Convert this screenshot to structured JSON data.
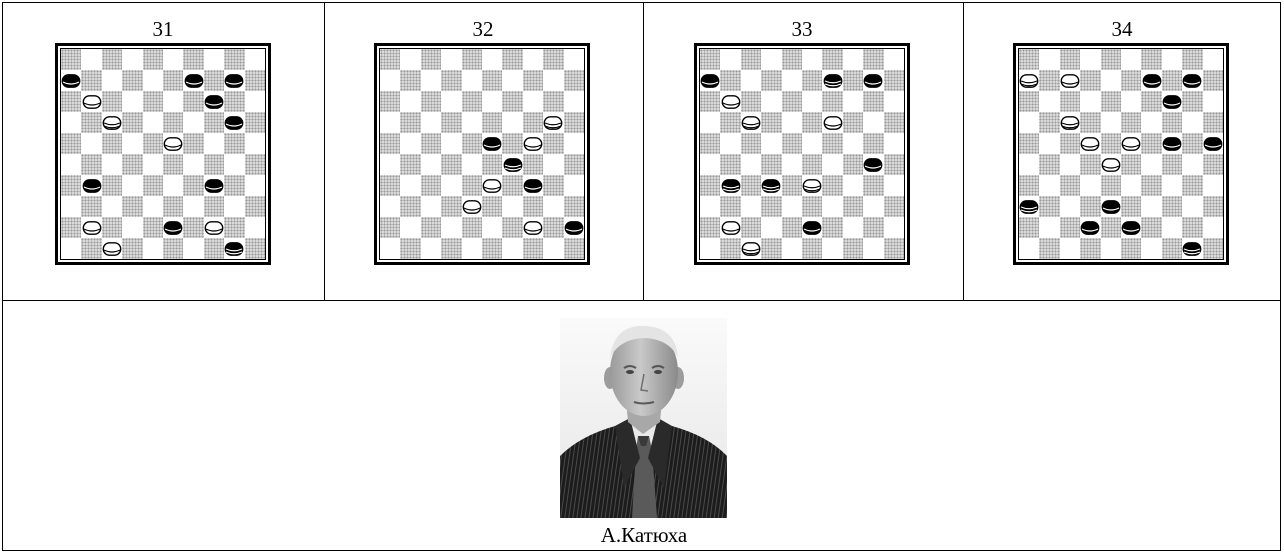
{
  "diagrams": [
    {
      "number": "31",
      "pieces": [
        {
          "col": 0,
          "row": 1,
          "color": "black",
          "stack": 1
        },
        {
          "col": 6,
          "row": 1,
          "color": "black",
          "stack": 1
        },
        {
          "col": 8,
          "row": 1,
          "color": "black",
          "stack": 1
        },
        {
          "col": 1,
          "row": 2,
          "color": "white",
          "stack": 1
        },
        {
          "col": 7,
          "row": 2,
          "color": "black",
          "stack": 1
        },
        {
          "col": 2,
          "row": 3,
          "color": "white",
          "stack": 2
        },
        {
          "col": 8,
          "row": 3,
          "color": "black",
          "stack": 1
        },
        {
          "col": 5,
          "row": 4,
          "color": "white",
          "stack": 1
        },
        {
          "col": 1,
          "row": 6,
          "color": "black",
          "stack": 1
        },
        {
          "col": 7,
          "row": 6,
          "color": "black",
          "stack": 1
        },
        {
          "col": 1,
          "row": 8,
          "color": "white",
          "stack": 1
        },
        {
          "col": 5,
          "row": 8,
          "color": "black",
          "stack": 1
        },
        {
          "col": 7,
          "row": 8,
          "color": "white",
          "stack": 1
        },
        {
          "col": 2,
          "row": 9,
          "color": "white",
          "stack": 1
        },
        {
          "col": 8,
          "row": 9,
          "color": "black",
          "stack": 2
        }
      ]
    },
    {
      "number": "32",
      "pieces": [
        {
          "col": 8,
          "row": 3,
          "color": "white",
          "stack": 2
        },
        {
          "col": 5,
          "row": 4,
          "color": "black",
          "stack": 1
        },
        {
          "col": 7,
          "row": 4,
          "color": "white",
          "stack": 1
        },
        {
          "col": 6,
          "row": 5,
          "color": "black",
          "stack": 2
        },
        {
          "col": 5,
          "row": 6,
          "color": "white",
          "stack": 1
        },
        {
          "col": 7,
          "row": 6,
          "color": "black",
          "stack": 1
        },
        {
          "col": 4,
          "row": 7,
          "color": "white",
          "stack": 1
        },
        {
          "col": 7,
          "row": 8,
          "color": "white",
          "stack": 1
        },
        {
          "col": 9,
          "row": 8,
          "color": "black",
          "stack": 1
        }
      ]
    },
    {
      "number": "33",
      "pieces": [
        {
          "col": 0,
          "row": 1,
          "color": "black",
          "stack": 1
        },
        {
          "col": 6,
          "row": 1,
          "color": "black",
          "stack": 2
        },
        {
          "col": 8,
          "row": 1,
          "color": "black",
          "stack": 1
        },
        {
          "col": 1,
          "row": 2,
          "color": "white",
          "stack": 1
        },
        {
          "col": 2,
          "row": 3,
          "color": "white",
          "stack": 2
        },
        {
          "col": 6,
          "row": 3,
          "color": "white",
          "stack": 1
        },
        {
          "col": 8,
          "row": 5,
          "color": "black",
          "stack": 1
        },
        {
          "col": 1,
          "row": 6,
          "color": "black",
          "stack": 2
        },
        {
          "col": 3,
          "row": 6,
          "color": "black",
          "stack": 2
        },
        {
          "col": 5,
          "row": 6,
          "color": "white",
          "stack": 2
        },
        {
          "col": 1,
          "row": 8,
          "color": "white",
          "stack": 1
        },
        {
          "col": 5,
          "row": 8,
          "color": "black",
          "stack": 1
        },
        {
          "col": 2,
          "row": 9,
          "color": "white",
          "stack": 2
        }
      ]
    },
    {
      "number": "34",
      "pieces": [
        {
          "col": 0,
          "row": 1,
          "color": "white",
          "stack": 2
        },
        {
          "col": 2,
          "row": 1,
          "color": "white",
          "stack": 1
        },
        {
          "col": 6,
          "row": 1,
          "color": "black",
          "stack": 1
        },
        {
          "col": 8,
          "row": 1,
          "color": "black",
          "stack": 1
        },
        {
          "col": 7,
          "row": 2,
          "color": "black",
          "stack": 1
        },
        {
          "col": 2,
          "row": 3,
          "color": "white",
          "stack": 2
        },
        {
          "col": 3,
          "row": 4,
          "color": "white",
          "stack": 1
        },
        {
          "col": 5,
          "row": 4,
          "color": "white",
          "stack": 1
        },
        {
          "col": 7,
          "row": 4,
          "color": "black",
          "stack": 1
        },
        {
          "col": 9,
          "row": 4,
          "color": "black",
          "stack": 1
        },
        {
          "col": 4,
          "row": 5,
          "color": "white",
          "stack": 1
        },
        {
          "col": 0,
          "row": 7,
          "color": "black",
          "stack": 2
        },
        {
          "col": 4,
          "row": 7,
          "color": "black",
          "stack": 1
        },
        {
          "col": 3,
          "row": 8,
          "color": "black",
          "stack": 1
        },
        {
          "col": 5,
          "row": 8,
          "color": "black",
          "stack": 1
        },
        {
          "col": 8,
          "row": 9,
          "color": "black",
          "stack": 2
        }
      ]
    }
  ],
  "caption": "А.Катюха"
}
